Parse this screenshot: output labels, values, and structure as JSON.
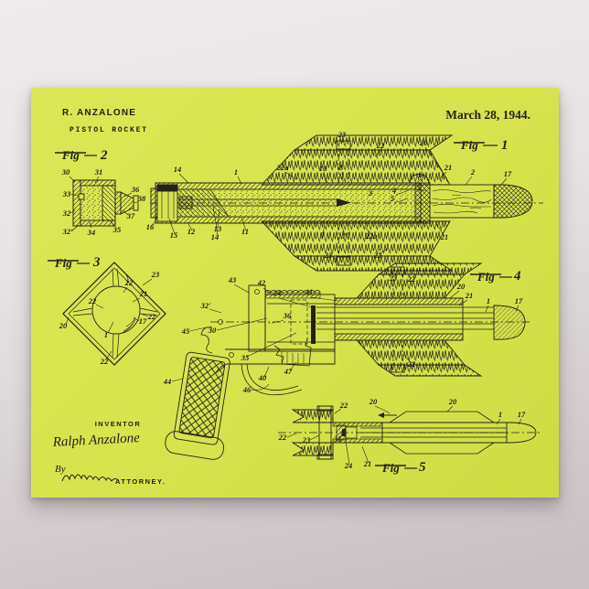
{
  "poster": {
    "author": "R. ANZALONE",
    "title": "PISTOL ROCKET",
    "date": "March 28, 1944.",
    "fig_word": "Fig",
    "figures": {
      "f1": "1",
      "f2": "2",
      "f3": "3",
      "f4": "4",
      "f5": "5"
    },
    "inventor_caption": "INVENTOR",
    "inventor_signature": "Ralph Anzalone",
    "by_label": "By",
    "attorney_caption": "ATTORNEY.",
    "refs": {
      "fig2": [
        "30",
        "31",
        "33",
        "32",
        "32'",
        "34",
        "35",
        "37",
        "36",
        "38"
      ],
      "fig1": [
        "14",
        "1",
        "22a",
        "10",
        "8",
        "23",
        "22",
        "20",
        "21",
        "6",
        "4",
        "5",
        "3",
        "2",
        "17",
        "16",
        "15",
        "12",
        "13",
        "14",
        "11",
        "9",
        "7",
        "23",
        "22a",
        "21",
        "22"
      ],
      "fig3": [
        "23",
        "22",
        "21",
        "22",
        "22",
        "17",
        "20",
        "1",
        "22"
      ],
      "fig4": [
        "43",
        "42",
        "24",
        "41",
        "32'",
        "45",
        "30",
        "36",
        "35",
        "47",
        "40",
        "44",
        "46",
        "23",
        "22",
        "20",
        "21",
        "1",
        "17",
        "22"
      ],
      "fig5": [
        "22",
        "20",
        "20",
        "1",
        "17",
        "22",
        "23",
        "35",
        "24",
        "21"
      ]
    },
    "colors": {
      "paper": "#d6e34c",
      "ink": "#23221a",
      "wall_top": "#edebec",
      "wall_bottom": "#c6c0c2"
    }
  }
}
